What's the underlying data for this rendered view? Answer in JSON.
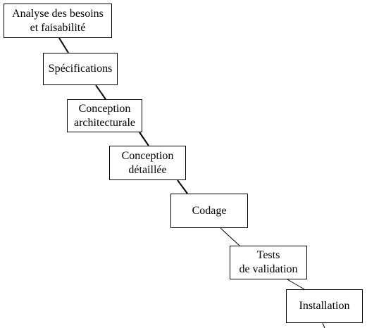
{
  "diagram": {
    "steps": [
      {
        "lines": [
          "Analyse des besoins",
          "et faisabilité"
        ]
      },
      {
        "lines": [
          "Spécifications"
        ]
      },
      {
        "lines": [
          "Conception",
          "architecturale"
        ]
      },
      {
        "lines": [
          "Conception",
          "détaillée"
        ]
      },
      {
        "lines": [
          "Codage"
        ]
      },
      {
        "lines": [
          "Tests",
          "de validation"
        ]
      },
      {
        "lines": [
          "Installation"
        ]
      }
    ],
    "colors": {
      "stroke": "#000000",
      "background": "#ffffff",
      "text": "#000000"
    }
  }
}
